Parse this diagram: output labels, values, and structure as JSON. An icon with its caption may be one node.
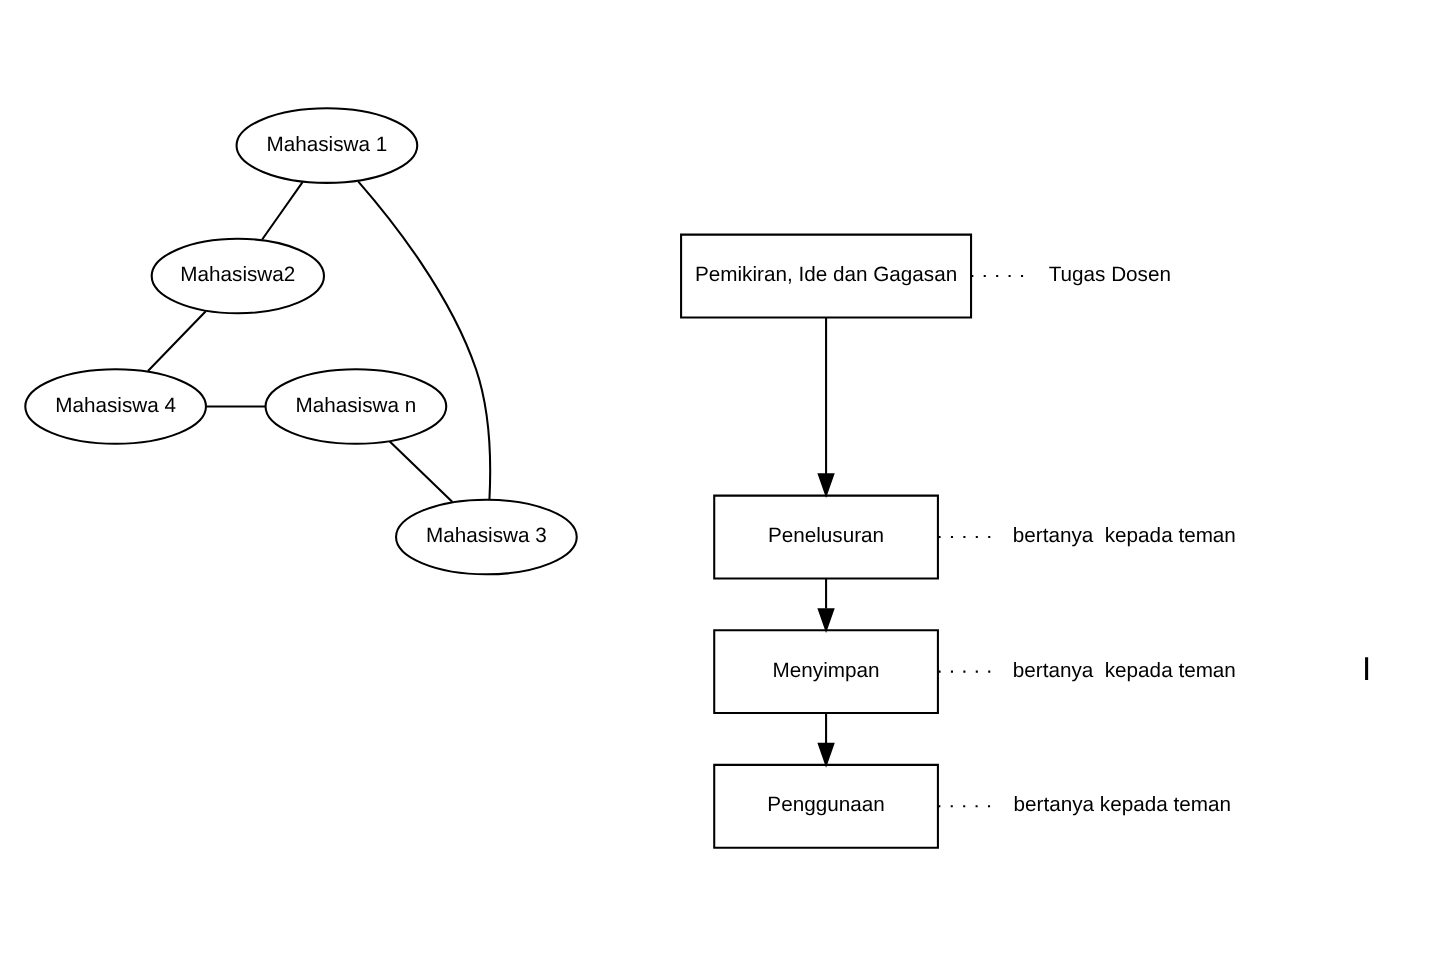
{
  "diagram": {
    "nodes": [
      {
        "text": [
          "Mahasiswa 1"
        ]
      },
      {
        "text": [
          "Pemikiran, Ide dan Gagasan"
        ]
      },
      {
        "text": [
          "Tugas Dosen"
        ]
      },
      {
        "text": [
          "Mahasiswa2"
        ]
      },
      {
        "text": [
          "Mahasiswa 3"
        ]
      },
      {
        "text": [
          "Penelusuran"
        ]
      },
      {
        "text": [
          "bertanya  kepada teman"
        ]
      },
      {
        "text": [
          "Menyimpan"
        ]
      },
      {
        "text": [
          "bertanya  kepada teman"
        ]
      },
      {
        "text": [
          "Penggunaan"
        ]
      },
      {
        "text": [
          "bertanya kepada teman"
        ]
      },
      {
        "text": [
          "Mahasiswa n"
        ]
      },
      {
        "text": [
          "Mahasiswa 4"
        ]
      }
    ],
    "edges": [
      {
        "from": 0,
        "to": 3,
        "arrow": "none"
      },
      {
        "from": 3,
        "to": 12,
        "arrow": "none"
      },
      {
        "from": 12,
        "to": 11,
        "arrow": "none"
      },
      {
        "from": 11,
        "to": 4,
        "arrow": "none"
      },
      {
        "from": 4,
        "to": 0,
        "arrow": "none"
      },
      {
        "from": 1,
        "to": 5,
        "arrow": "to"
      },
      {
        "from": 5,
        "to": 7,
        "arrow": "to"
      },
      {
        "from": 7,
        "to": 9,
        "arrow": "to"
      },
      {
        "from": 1,
        "to": 2,
        "arrow": "none",
        "style": "dashed"
      },
      {
        "from": 5,
        "to": 6,
        "arrow": "none",
        "style": "dashed"
      },
      {
        "from": 7,
        "to": 8,
        "arrow": "none",
        "style": "dashed"
      },
      {
        "from": 9,
        "to": 10,
        "arrow": "none",
        "style": "dashed"
      }
    ],
    "labels": [
      "I"
    ]
  }
}
